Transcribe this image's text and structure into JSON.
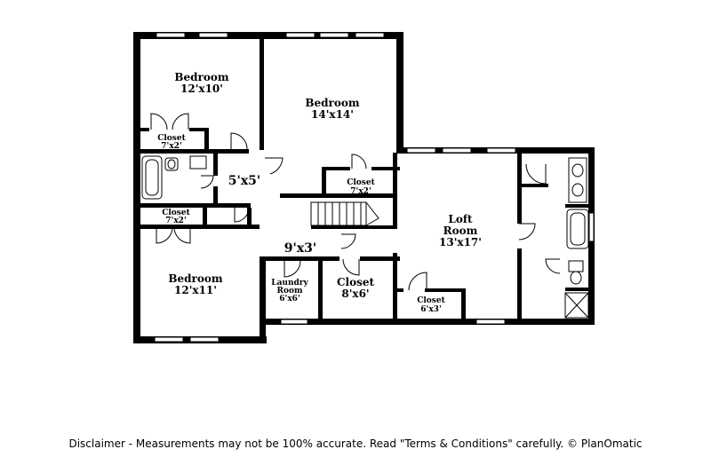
{
  "rooms": {
    "bedroom1": {
      "name": "Bedroom",
      "size": "12'x10'"
    },
    "bedroom2": {
      "name": "Bedroom",
      "size": "14'x14'"
    },
    "bedroom3": {
      "name": "Bedroom",
      "size": "12'x11'"
    },
    "closet1": {
      "name": "Closet",
      "size": "7'x2'"
    },
    "closet2": {
      "name": "Closet",
      "size": "7'x2'"
    },
    "closet3": {
      "name": "Closet",
      "size": "7'x2'"
    },
    "closet4": {
      "name": "Closet",
      "size": "8'x6'"
    },
    "closet5": {
      "name": "Closet",
      "size": "6'x3'"
    },
    "hall1": {
      "size": "5'x5'"
    },
    "hall2": {
      "size": "9'x3'"
    },
    "laundry": {
      "name1": "Laundry",
      "name2": "Room",
      "size": "6'x6'"
    },
    "loft": {
      "name1": "Loft",
      "name2": "Room",
      "size": "13'x17'"
    }
  },
  "disclaimer": "Disclaimer - Measurements may not be 100% accurate. Read \"Terms & Conditions\" carefully. © PlanOmatic"
}
